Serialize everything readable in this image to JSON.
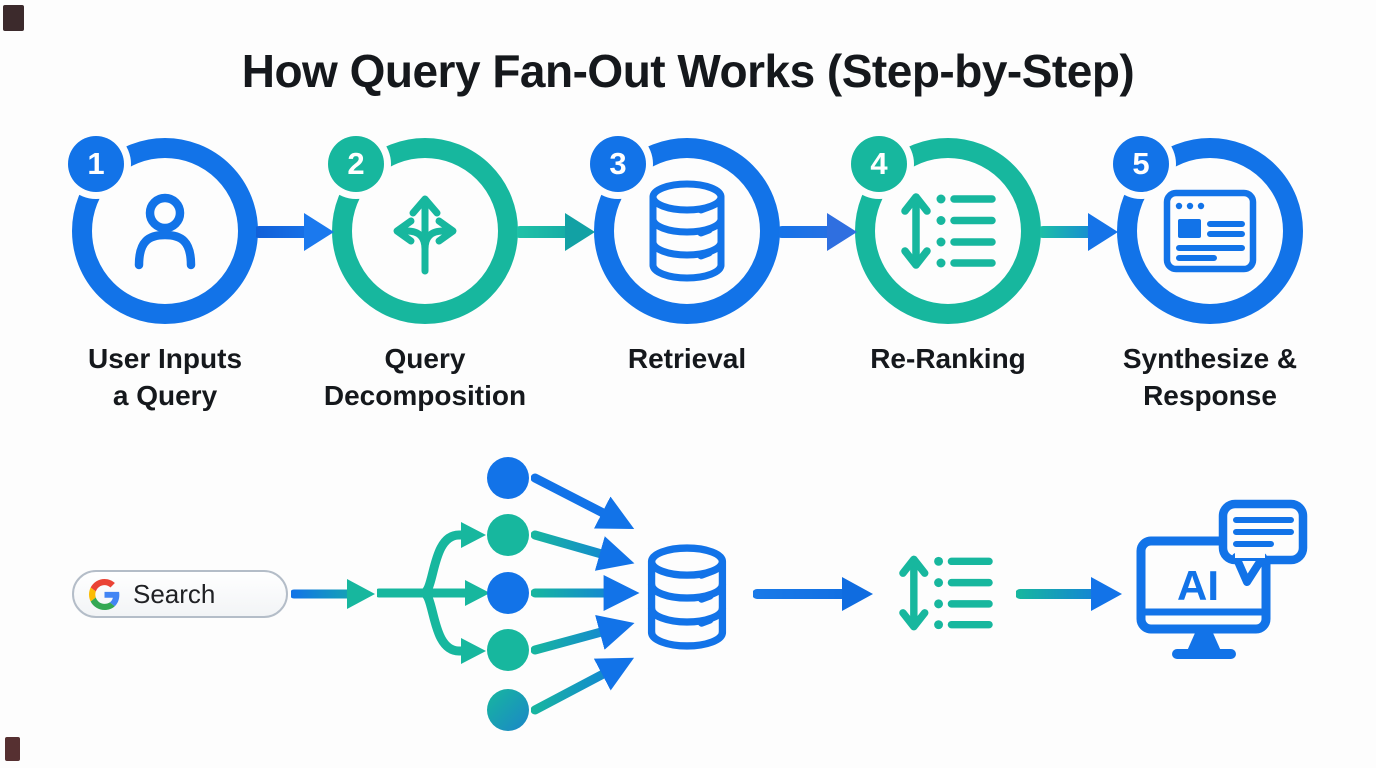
{
  "title": "How Query Fan-Out Works (Step-by-Step)",
  "steps": [
    {
      "number": "1",
      "label": "User Inputs\na Query",
      "icon": "user-icon",
      "color": "#1273e8"
    },
    {
      "number": "2",
      "label": "Query\nDecomposition",
      "icon": "branch-icon",
      "color": "#17b79e"
    },
    {
      "number": "3",
      "label": "Retrieval",
      "icon": "database-icon",
      "color": "#1273e8"
    },
    {
      "number": "4",
      "label": "Re-Ranking",
      "icon": "rerank-icon",
      "color": "#17b79e"
    },
    {
      "number": "5",
      "label": "Synthesize &\nResponse",
      "icon": "browser-icon",
      "color": "#1273e8"
    }
  ],
  "flow": {
    "search_label": "Search",
    "search_engine_icon": "google-g-icon",
    "fanout_dot_count": 5,
    "ai_label": "AI",
    "nodes": [
      "search-box",
      "fanout-fork",
      "query-dots",
      "database",
      "re-ranking-list",
      "ai-monitor-with-chat"
    ]
  },
  "theme": {
    "blue": "#1273e8",
    "teal": "#17b79e",
    "text": "#15181c",
    "google-red": "#EA4335",
    "google-blue": "#4285F4",
    "google-yellow": "#FBBC05",
    "google-green": "#34A853",
    "search-border": "#b4bdc8"
  }
}
